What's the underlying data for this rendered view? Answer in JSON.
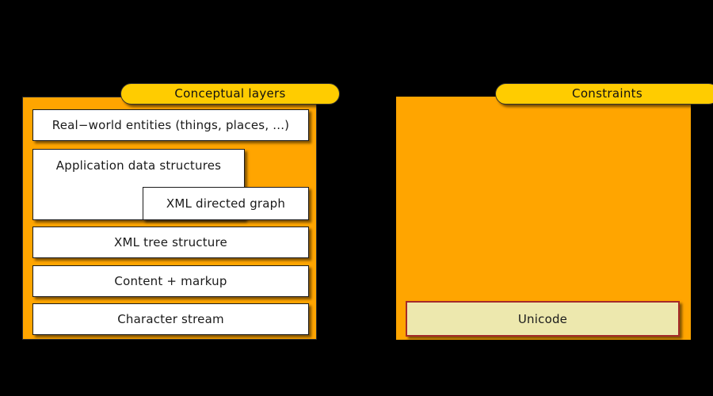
{
  "diagram": {
    "background_color": "#000000",
    "panel_color": "#FFA500",
    "pill_color": "#FFCC00",
    "box_color": "#FFFFFF",
    "constraint_box_color": "#EDE8AE",
    "constraint_border_color": "#A52A2A"
  },
  "groups": [
    {
      "id": "conceptual-layers",
      "title": "Conceptual layers",
      "boxes": [
        {
          "id": "real-world-entities",
          "label": "Real−world entities (things, places, ...)"
        },
        {
          "id": "application-data-structures",
          "label": "Application data structures"
        },
        {
          "id": "xml-directed-graph",
          "label": "XML directed graph"
        },
        {
          "id": "xml-tree-structure",
          "label": "XML tree structure"
        },
        {
          "id": "content-markup",
          "label": "Content + markup"
        },
        {
          "id": "character-stream",
          "label": "Character stream"
        }
      ]
    },
    {
      "id": "constraints",
      "title": "Constraints",
      "boxes": [
        {
          "id": "unicode",
          "label": "Unicode"
        }
      ]
    }
  ]
}
